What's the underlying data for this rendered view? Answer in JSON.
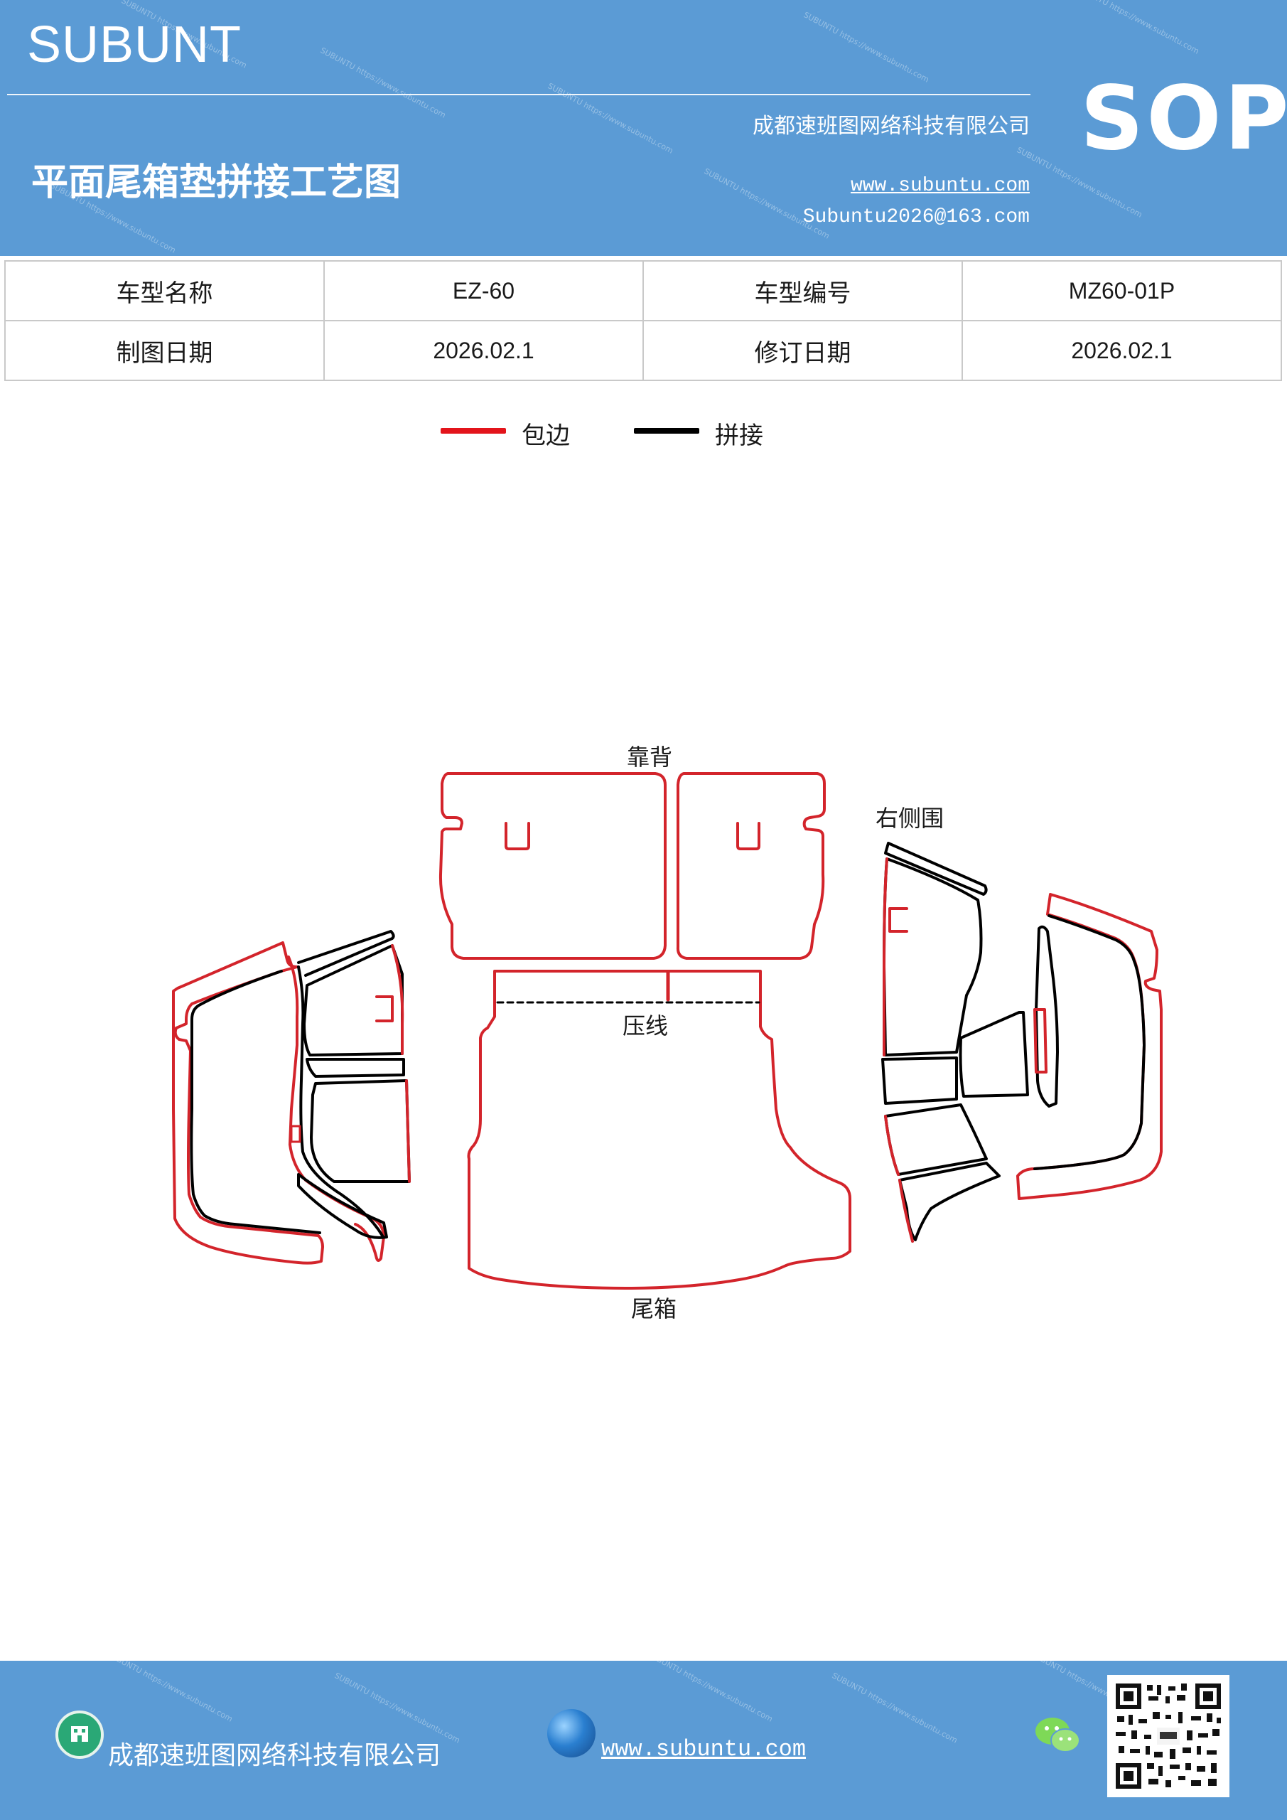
{
  "header": {
    "brand": "SUBUNT",
    "title": "平面尾箱垫拼接工艺图",
    "company": "成都速班图网络科技有限公司",
    "website": "www.subuntu.com",
    "email": "Subuntu2026@163.com",
    "badge": "SOP",
    "background_color": "#5b9bd5"
  },
  "info": {
    "model_name_label": "车型名称",
    "model_name_value": "EZ-60",
    "model_code_label": "车型编号",
    "model_code_value": "MZ60-01P",
    "draw_date_label": "制图日期",
    "draw_date_value": "2026.02.1",
    "revise_date_label": "修订日期",
    "revise_date_value": "2026.02.1"
  },
  "legend": {
    "items": [
      {
        "label": "包边",
        "color": "#e3141b"
      },
      {
        "label": "拼接",
        "color": "#000000"
      }
    ]
  },
  "diagram": {
    "backrest_label": "靠背",
    "right_side_label": "右侧围",
    "press_line_label": "压线",
    "trunk_label": "尾箱"
  },
  "footer": {
    "company": "成都速班图网络科技有限公司",
    "website": "www.subuntu.com",
    "icons": [
      "building-icon",
      "globe-icon",
      "wechat-icon",
      "qr-code"
    ]
  }
}
